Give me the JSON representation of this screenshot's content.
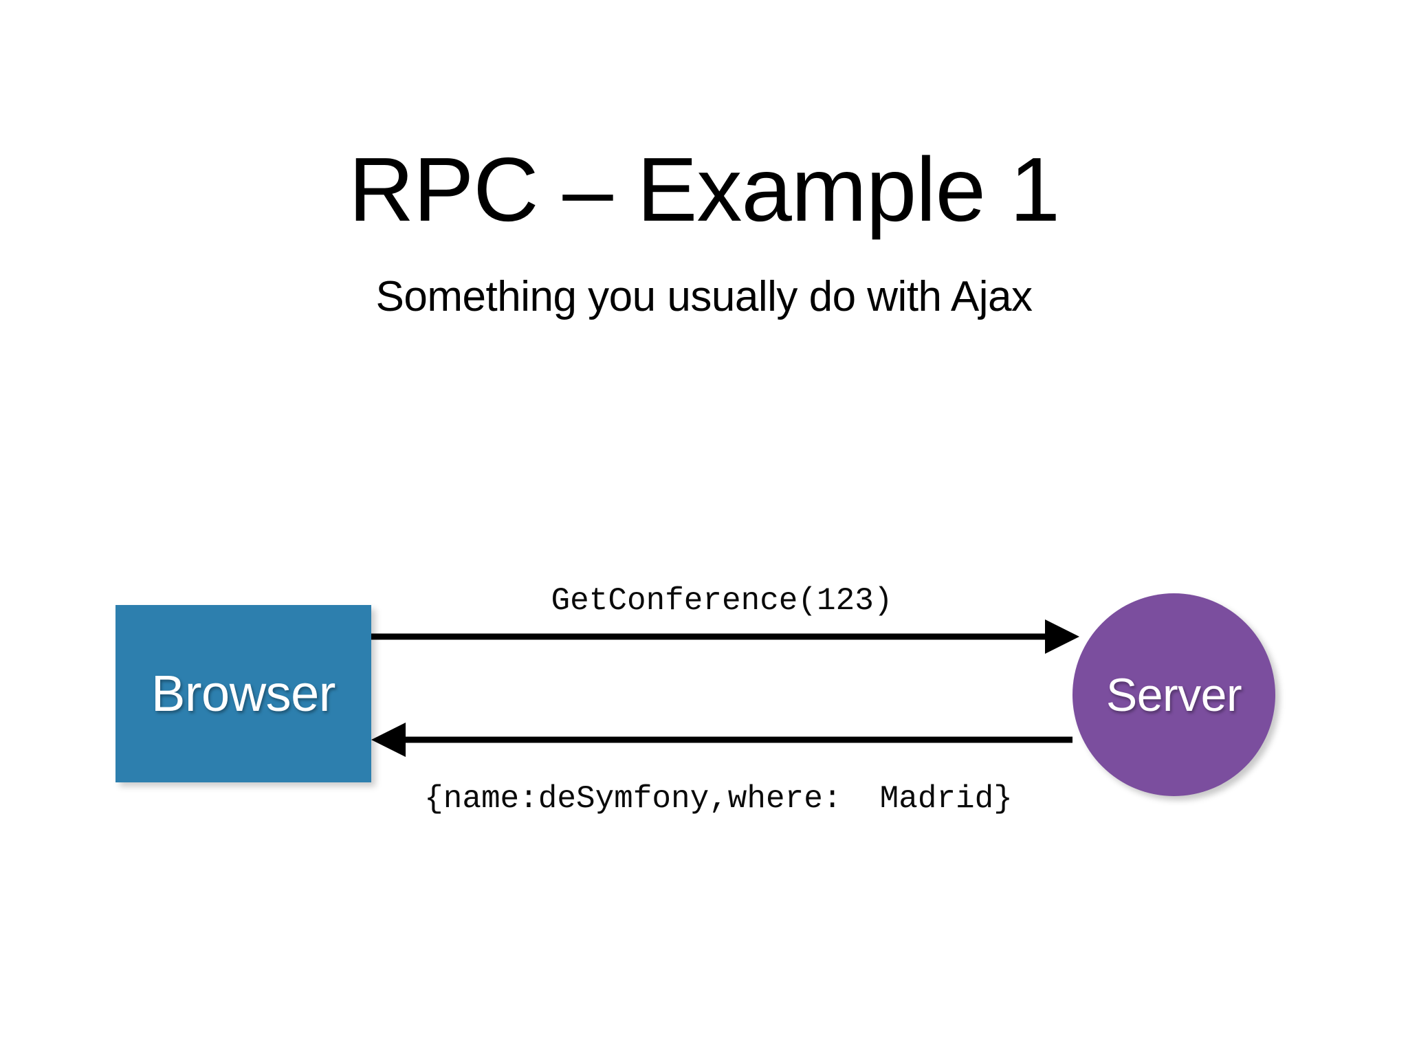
{
  "slide": {
    "title": "RPC – Example 1",
    "subtitle": "Something you usually do with Ajax",
    "background_color": "#ffffff"
  },
  "diagram": {
    "type": "sequence",
    "nodes": [
      {
        "id": "browser",
        "label": "Browser",
        "shape": "rectangle",
        "fill_color": "#2d7fae",
        "text_color": "#ffffff"
      },
      {
        "id": "server",
        "label": "Server",
        "shape": "circle",
        "fill_color": "#7b4e9e",
        "text_color": "#ffffff"
      }
    ],
    "edges": [
      {
        "id": "request",
        "from": "browser",
        "to": "server",
        "direction": "right",
        "label": "GetConference(123)",
        "color": "#000000"
      },
      {
        "id": "response",
        "from": "server",
        "to": "browser",
        "direction": "left",
        "label": "{name:deSymfony,where:  Madrid}",
        "color": "#000000"
      }
    ]
  }
}
